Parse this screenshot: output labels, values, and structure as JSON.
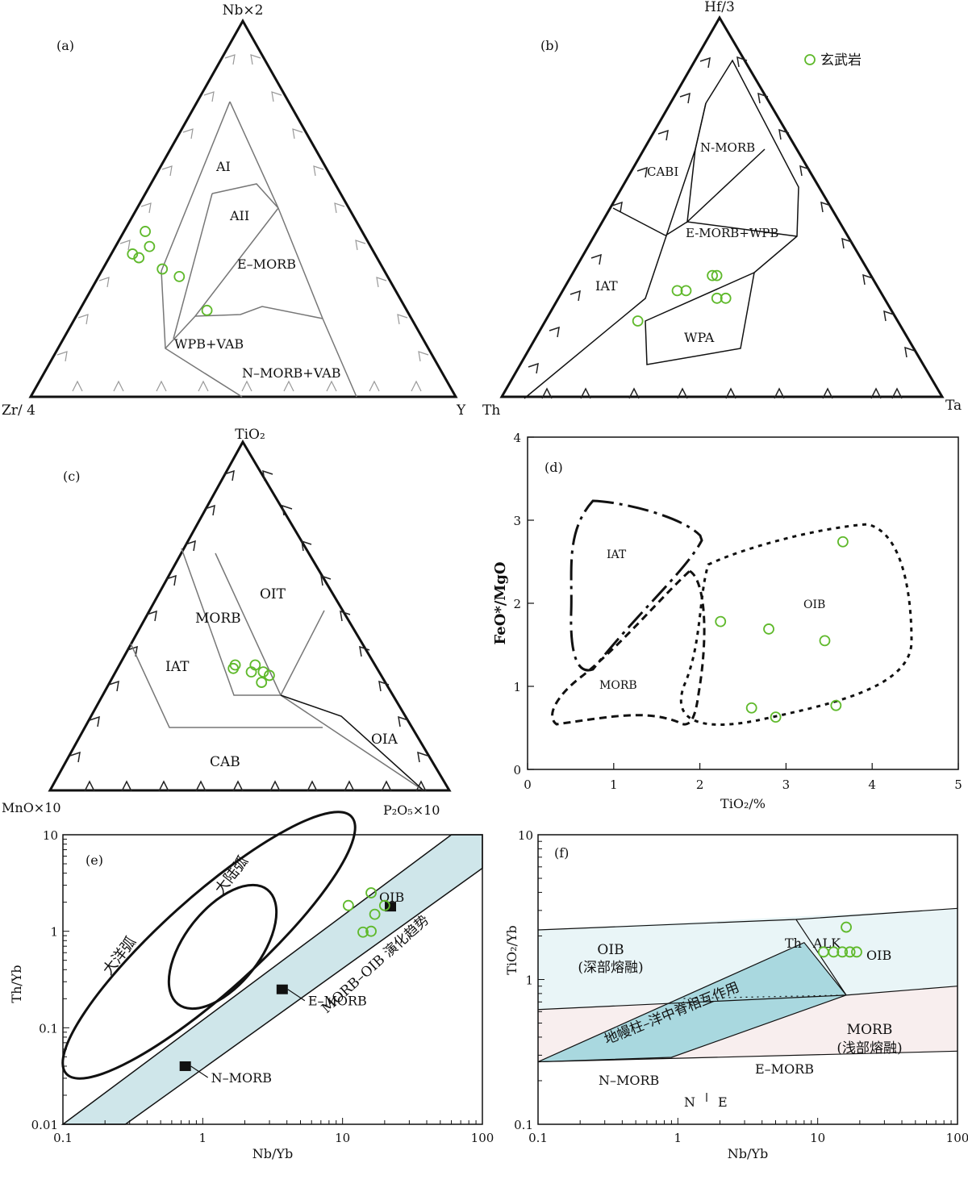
{
  "chart_data": [
    {
      "panel": "(a)",
      "type": "scatter",
      "apex_labels": {
        "top": "Nb×2",
        "left": "Zr/ 4",
        "right": "Y"
      },
      "fields": [
        "AI",
        "AII",
        "E–MORB",
        "WPB+VAB",
        "N–MORB+VAB"
      ],
      "points": [
        [
          0.51,
          0.05,
          0.44
        ],
        [
          0.52,
          0.08,
          0.4
        ],
        [
          0.57,
          0.05,
          0.38
        ],
        [
          0.56,
          0.07,
          0.37
        ],
        [
          0.52,
          0.14,
          0.34
        ],
        [
          0.49,
          0.19,
          0.32
        ],
        [
          0.47,
          0.3,
          0.23
        ]
      ],
      "point_order": "Zr/4, Y, Nb×2"
    },
    {
      "panel": "(b)",
      "type": "scatter",
      "apex_labels": {
        "top": "Hf/3",
        "left": "Th",
        "right": "Ta"
      },
      "legend": {
        "symbol": "circle",
        "label": "玄武岩"
      },
      "fields": [
        "CABI",
        "N-MORB",
        "E-MORB+WPB",
        "IAT",
        "WPA"
      ],
      "points": [
        [
          0.59,
          0.21,
          0.2
        ],
        [
          0.46,
          0.26,
          0.28
        ],
        [
          0.44,
          0.28,
          0.28
        ],
        [
          0.36,
          0.32,
          0.32
        ],
        [
          0.35,
          0.33,
          0.32
        ],
        [
          0.38,
          0.36,
          0.26
        ],
        [
          0.36,
          0.38,
          0.26
        ]
      ],
      "point_order": "Th, Ta, Hf/3"
    },
    {
      "panel": "(c)",
      "type": "scatter",
      "apex_labels": {
        "top": "TiO₂",
        "left": "MnO×10",
        "right": "P₂O₅×10"
      },
      "fields": [
        "OIT",
        "MORB",
        "IAT",
        "CAB",
        "OIA"
      ],
      "points": [
        [
          0.35,
          0.29,
          0.36
        ],
        [
          0.36,
          0.29,
          0.35
        ],
        [
          0.32,
          0.34,
          0.34
        ],
        [
          0.3,
          0.34,
          0.36
        ],
        [
          0.29,
          0.37,
          0.34
        ],
        [
          0.31,
          0.38,
          0.31
        ],
        [
          0.28,
          0.39,
          0.33
        ]
      ],
      "point_order": "MnO×10, P₂O₅×10, TiO₂"
    },
    {
      "panel": "(d)",
      "type": "scatter",
      "xlabel": "TiO₂/%",
      "ylabel": "FeO*/MgO",
      "xlim": [
        0,
        5
      ],
      "ylim": [
        0,
        4
      ],
      "x_ticks": [
        "0",
        "1",
        "2",
        "3",
        "4",
        "5"
      ],
      "y_ticks": [
        "0",
        "1",
        "2",
        "3",
        "4"
      ],
      "fields": [
        "IAT",
        "MORB",
        "OIB"
      ],
      "points": [
        [
          3.66,
          2.74
        ],
        [
          2.24,
          1.78
        ],
        [
          2.8,
          1.69
        ],
        [
          3.45,
          1.55
        ],
        [
          2.6,
          0.74
        ],
        [
          2.88,
          0.63
        ],
        [
          3.58,
          0.77
        ]
      ]
    },
    {
      "panel": "(e)",
      "type": "scatter",
      "xlabel": "Nb/Yb",
      "ylabel": "Th/Yb",
      "xscale": "log",
      "yscale": "log",
      "xlim": [
        0.1,
        100
      ],
      "ylim": [
        0.01,
        10
      ],
      "x_ticks": [
        "0.1",
        "1",
        "10",
        "100"
      ],
      "y_ticks": [
        "0.01",
        "0.1",
        "1",
        "10"
      ],
      "field_labels": [
        "大洋弧",
        "大陆弧",
        "MORB–OIB 演化趋势"
      ],
      "reference_points": [
        {
          "label": "OIB",
          "x": 22,
          "y": 1.8
        },
        {
          "label": "E–MORB",
          "x": 3.7,
          "y": 0.25
        },
        {
          "label": "N–MORB",
          "x": 0.75,
          "y": 0.04
        }
      ],
      "points": [
        [
          11,
          1.85
        ],
        [
          16,
          2.5
        ],
        [
          17,
          1.5
        ],
        [
          20,
          1.85
        ],
        [
          14,
          0.98
        ],
        [
          16,
          1.0
        ]
      ]
    },
    {
      "panel": "(f)",
      "type": "scatter",
      "xlabel": "Nb/Yb",
      "ylabel": "TiO₂/Yb",
      "xscale": "log",
      "yscale": "log",
      "xlim": [
        0.1,
        100
      ],
      "ylim": [
        0.1,
        10
      ],
      "x_ticks": [
        "0.1",
        "1",
        "10",
        "100"
      ],
      "y_ticks": [
        "0.1",
        "1",
        "10"
      ],
      "field_labels": [
        "OIB",
        "(深部熔融)",
        "Th",
        "ALK",
        "OIB",
        "地幔柱–洋中脊相互作用",
        "MORB",
        "(浅部熔融)",
        "N–MORB",
        "E–MORB",
        "N",
        "E"
      ],
      "points": [
        [
          16,
          2.3
        ],
        [
          11,
          1.55
        ],
        [
          13,
          1.55
        ],
        [
          15,
          1.55
        ],
        [
          17,
          1.55
        ],
        [
          19,
          1.55
        ]
      ]
    }
  ]
}
